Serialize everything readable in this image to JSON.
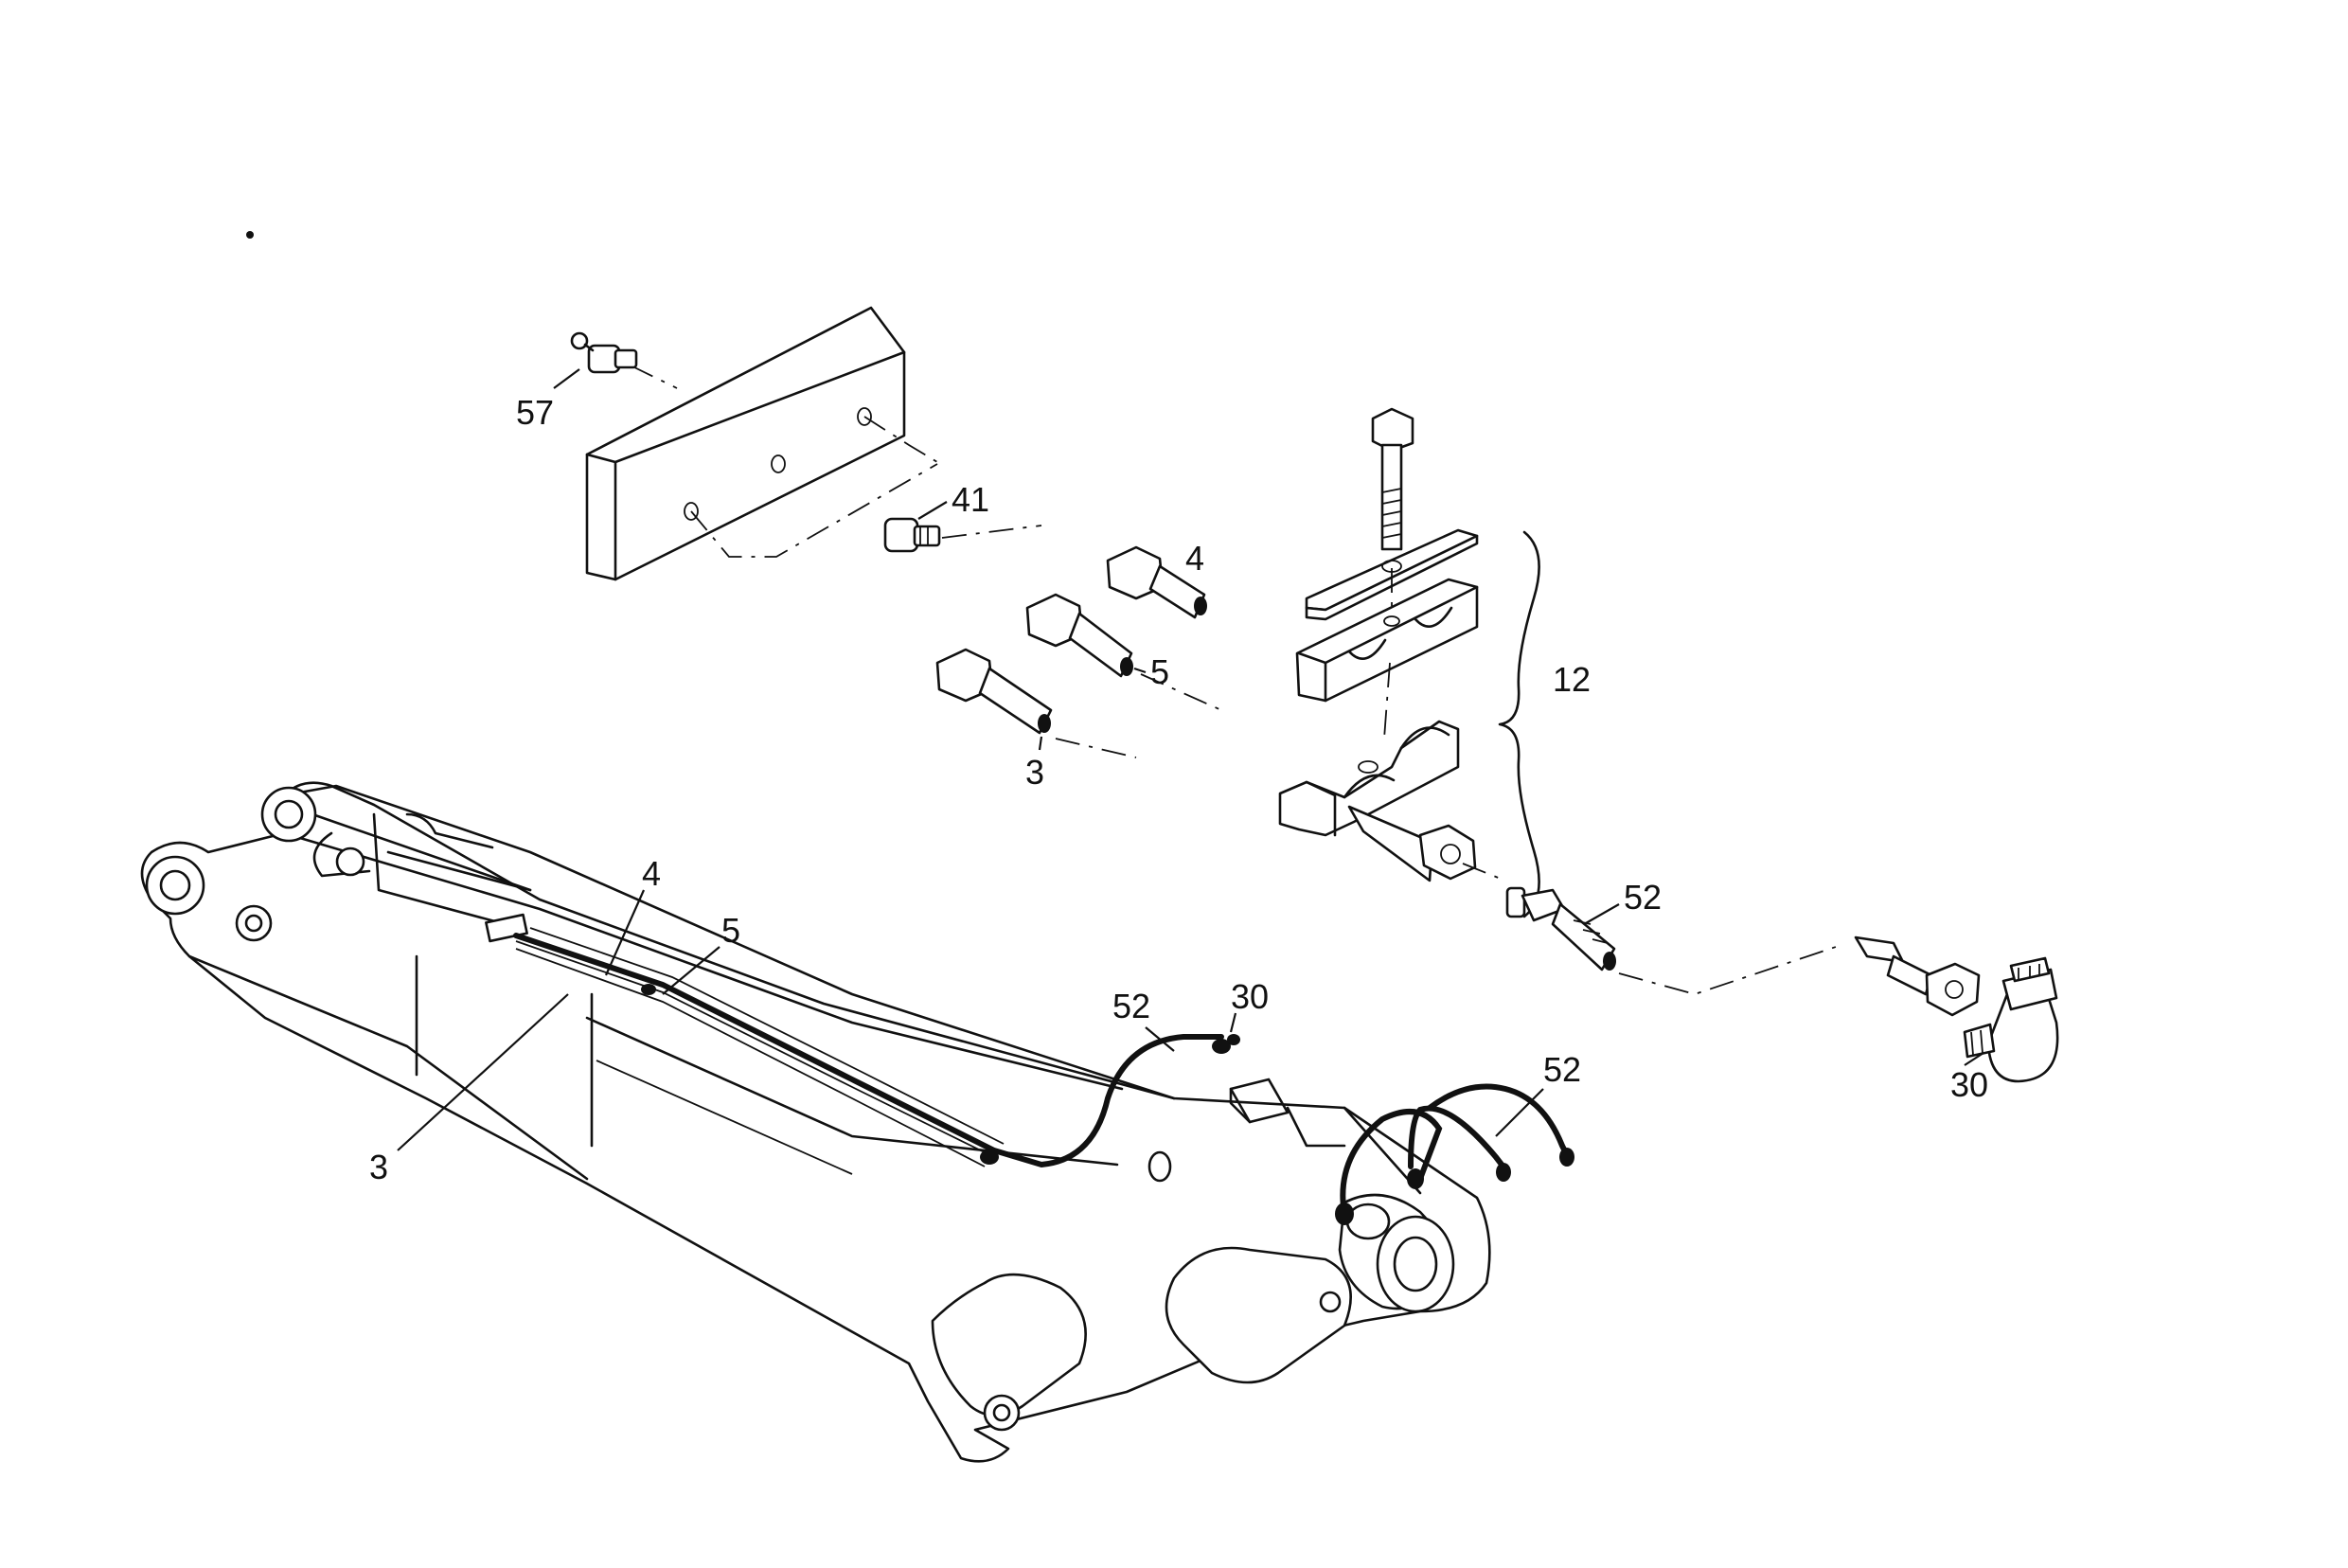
{
  "labels": {
    "p57": "57",
    "p41": "41",
    "p4_top": "4",
    "p5_top": "5",
    "p3_top": "3",
    "p12": "12",
    "p52_right": "52",
    "p30_right": "30",
    "p4_arm": "4",
    "p5_arm": "5",
    "p3_arm": "3",
    "p52_arm": "52",
    "p30_arm": "30",
    "p52_bottom": "52"
  }
}
